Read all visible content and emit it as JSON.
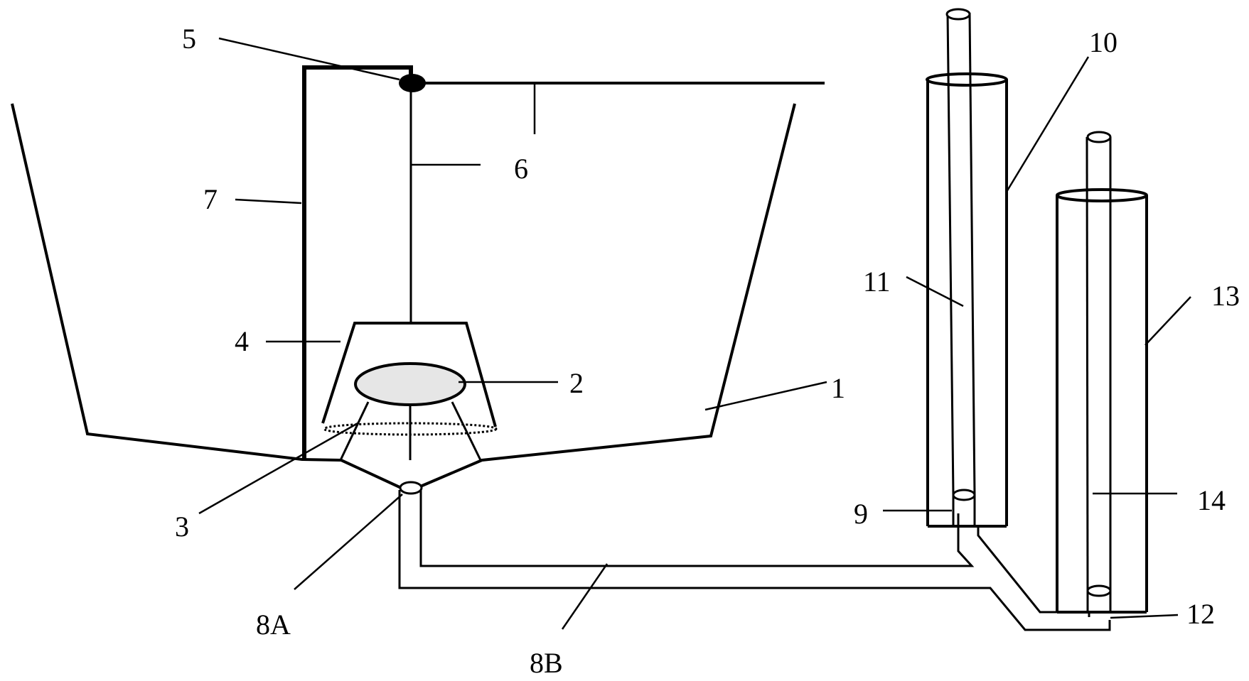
{
  "diagram": {
    "labels": {
      "1": "1",
      "2": "2",
      "3": "3",
      "4": "4",
      "5": "5",
      "6": "6",
      "7": "7",
      "8A": "8A",
      "8B": "8B",
      "9": "9",
      "10": "10",
      "11": "11",
      "12": "12",
      "13": "13",
      "14": "14"
    },
    "colors": {
      "line": "#000000",
      "background": "#ffffff",
      "element_2_fill": "#e6e6e6"
    }
  }
}
